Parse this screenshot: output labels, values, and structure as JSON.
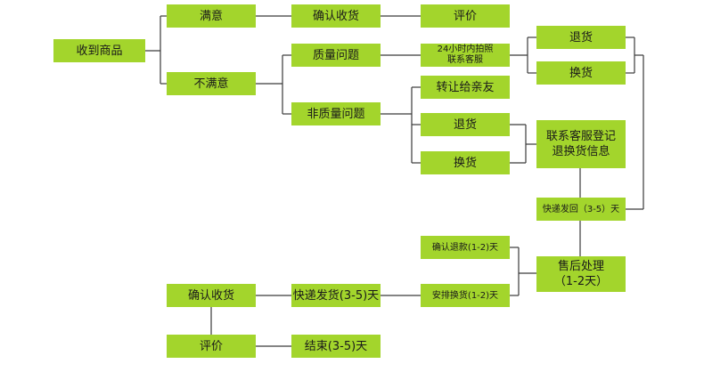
{
  "nodes": {
    "received": "收到商品",
    "satisfied": "满意",
    "confirm1": "确认收货",
    "review1": "评价",
    "unsatisfied": "不满意",
    "quality": "质量问题",
    "contact24": "24小时内拍照\n联系客服",
    "return_a": "退货",
    "exchange_a": "换货",
    "nonquality": "非质量问题",
    "transfer": "转让给亲友",
    "return_b": "退货",
    "exchange_b": "换货",
    "register": "联系客服登记\n退换货信息",
    "express_back": "快递发回（3-5）天",
    "aftersale": "售后处理\n（1-2天）",
    "refund": "确认退款(1-2)天",
    "arrange_exchange": "安排换货(1-2)天",
    "express_ship": "快递发货(3-5)天",
    "confirm2": "确认收货",
    "review2": "评价",
    "end": "结束(3-5)天"
  },
  "colors": {
    "box": "#a3d52c",
    "line": "#3a3a3a"
  }
}
